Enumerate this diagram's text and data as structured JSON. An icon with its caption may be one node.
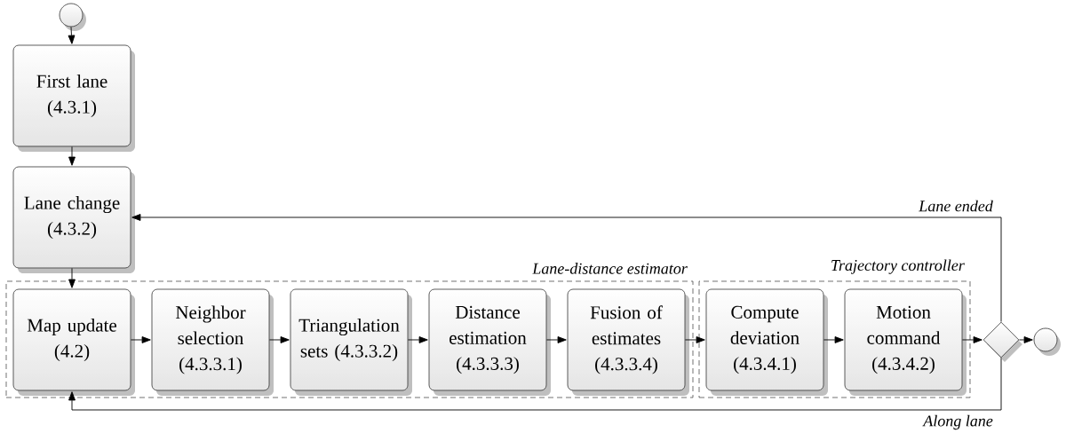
{
  "diagram": {
    "nodes": [
      {
        "text": [],
        "shape": "circle"
      },
      {
        "text": [
          "First lane (4.3.1)"
        ]
      },
      {
        "text": [
          "Lane change (4.3.2)"
        ]
      },
      {
        "text": [
          "Lane-distance estimator"
        ]
      },
      {
        "text": [
          "Map update (4.2)"
        ],
        "in": 3
      },
      {
        "text": [
          "Neighbor selection (4.3.3.1)"
        ],
        "in": 3
      },
      {
        "text": [
          "Triangulation sets (4.3.3.2)"
        ],
        "in": 3
      },
      {
        "text": [
          "Distance estimation (4.3.3.3)"
        ],
        "in": 3
      },
      {
        "text": [
          "Fusion of estimates (4.3.3.4)"
        ],
        "in": 3
      },
      {
        "text": [
          "Trajectory controller"
        ]
      },
      {
        "text": [
          "Compute deviation (4.3.4.1)"
        ],
        "in": 9
      },
      {
        "text": [
          "Motion command (4.3.4.2)"
        ],
        "in": 9
      },
      {
        "text": [],
        "shape": "diamond"
      },
      {
        "text": [],
        "shape": "circle"
      }
    ],
    "edges": [
      {
        "from": 0,
        "to": 1,
        "arrow": "to"
      },
      {
        "from": 1,
        "to": 2,
        "arrow": "to"
      },
      {
        "from": 2,
        "to": 4,
        "arrow": "to"
      },
      {
        "from": 4,
        "to": 5,
        "arrow": "to"
      },
      {
        "from": 5,
        "to": 6,
        "arrow": "to"
      },
      {
        "from": 6,
        "to": 7,
        "arrow": "to"
      },
      {
        "from": 7,
        "to": 8,
        "arrow": "to"
      },
      {
        "from": 8,
        "to": 10,
        "arrow": "to"
      },
      {
        "from": 10,
        "to": 11,
        "arrow": "to"
      },
      {
        "from": 11,
        "to": 12,
        "arrow": "to"
      },
      {
        "from": 12,
        "to": 13,
        "arrow": "to"
      },
      {
        "from": 12,
        "to": 2,
        "arrow": "to",
        "label": "Lane ended"
      },
      {
        "from": 12,
        "to": 4,
        "arrow": "to",
        "label": "Along lane"
      }
    ]
  }
}
